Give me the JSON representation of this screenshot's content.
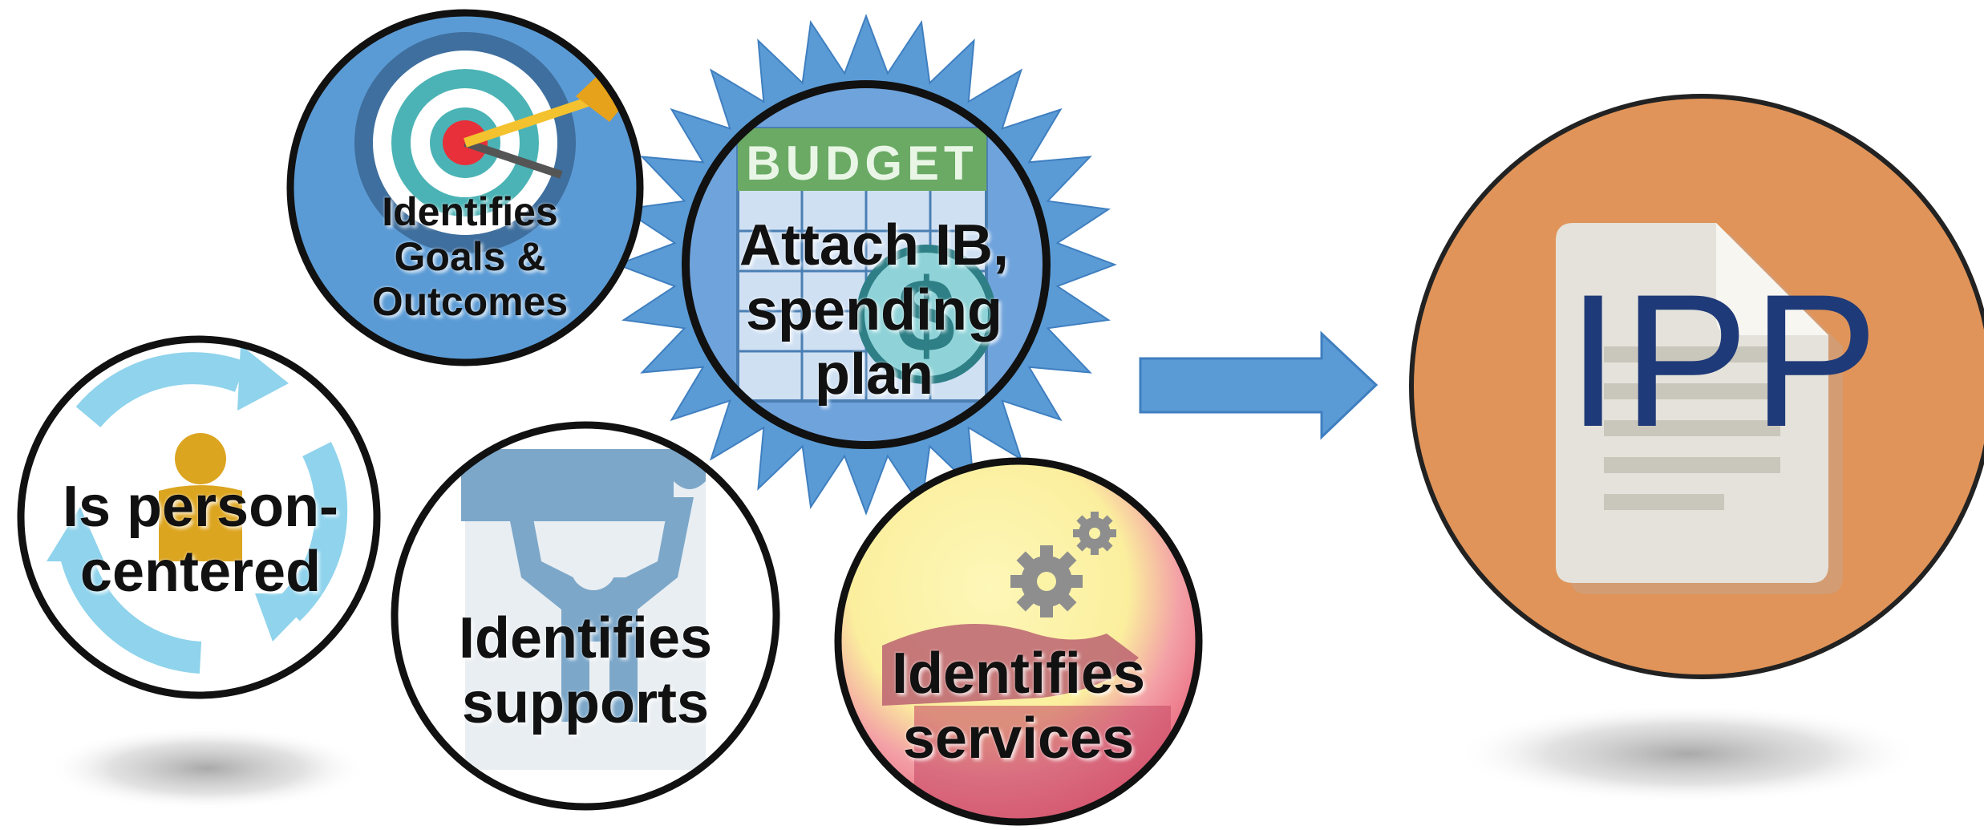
{
  "colors": {
    "blue_fill": "#5b9bd5",
    "orange_fill": "#e09459",
    "pink_fill": "#e8617a",
    "yellow_fill": "#fbf3a6",
    "budget_green": "#6aaa64",
    "ipp_text": "#1f3a78",
    "outline": "#111111"
  },
  "icons": {
    "goals": "target-arrow-icon",
    "budget": "budget-sheet-dollar-icon",
    "person": "person-cycle-icon",
    "supports": "person-holding-puzzle-icon",
    "services": "hand-gears-icon",
    "ipp": "document-icon"
  },
  "budget_icon_text": "BUDGET",
  "nodes": {
    "goals": {
      "lines": [
        "Identifies",
        "Goals &",
        "Outcomes"
      ]
    },
    "budget": {
      "lines": [
        "Attach IB,",
        "spending",
        "plan"
      ]
    },
    "person": {
      "lines": [
        "Is person-",
        "centered"
      ]
    },
    "supports": {
      "lines": [
        "Identifies",
        "supports"
      ]
    },
    "services": {
      "lines": [
        "Identifies",
        "services"
      ]
    }
  },
  "result": {
    "label": "IPP"
  }
}
